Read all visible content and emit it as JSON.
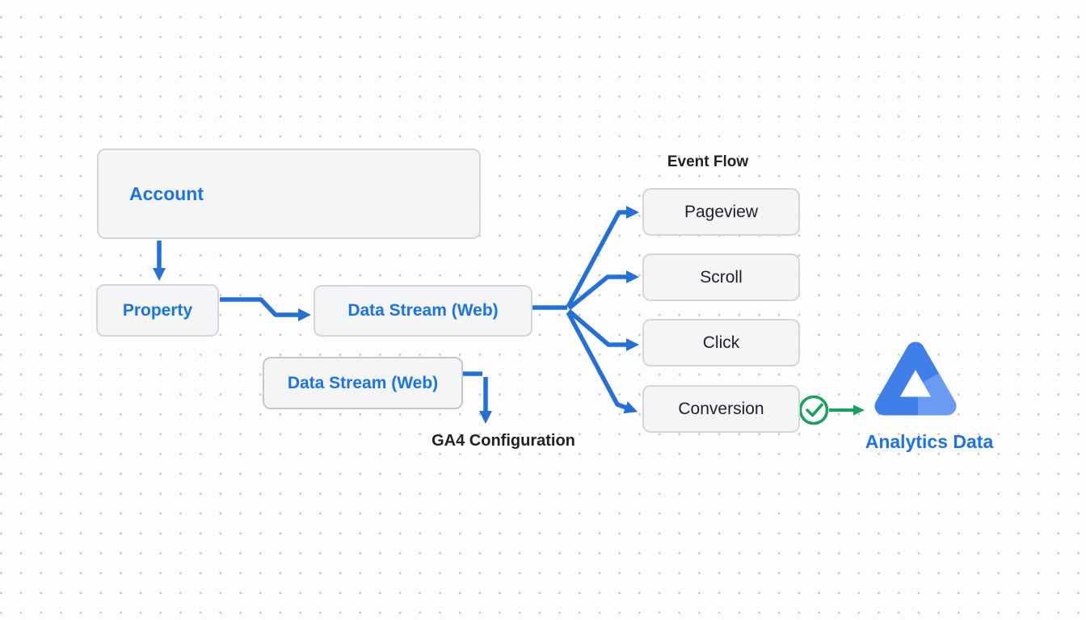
{
  "diagram": {
    "title": "GA4 account structure and event flow diagram"
  },
  "nodes": {
    "account": {
      "label": "Account"
    },
    "property": {
      "label": "Property"
    },
    "data_stream_1": {
      "label": "Data Stream (Web)"
    },
    "data_stream_2": {
      "label": "Data Stream (Web)"
    },
    "pageview": {
      "label": "Pageview"
    },
    "scroll": {
      "label": "Scroll"
    },
    "click": {
      "label": "Click"
    },
    "conversion": {
      "label": "Conversion"
    }
  },
  "labels": {
    "event_flow": "Event Flow",
    "ga4_configuration": "GA4 Configuration",
    "analytics_data": "Analytics Data"
  },
  "icons": {
    "check_circle": "check-circle-icon",
    "analytics_logo": "analytics-triangle-logo"
  },
  "colors": {
    "node_text_blue": "#1a73e8",
    "arrow_blue": "#2470d7",
    "box_fill": "#f4f5f6",
    "box_border": "#d3d6da",
    "box_border_strong": "#c4c8cc",
    "text_dark": "#1f2125",
    "green": "#17a35f",
    "logo_blue": "#3f80e8",
    "logo_blue_light": "#6a9bf1"
  }
}
